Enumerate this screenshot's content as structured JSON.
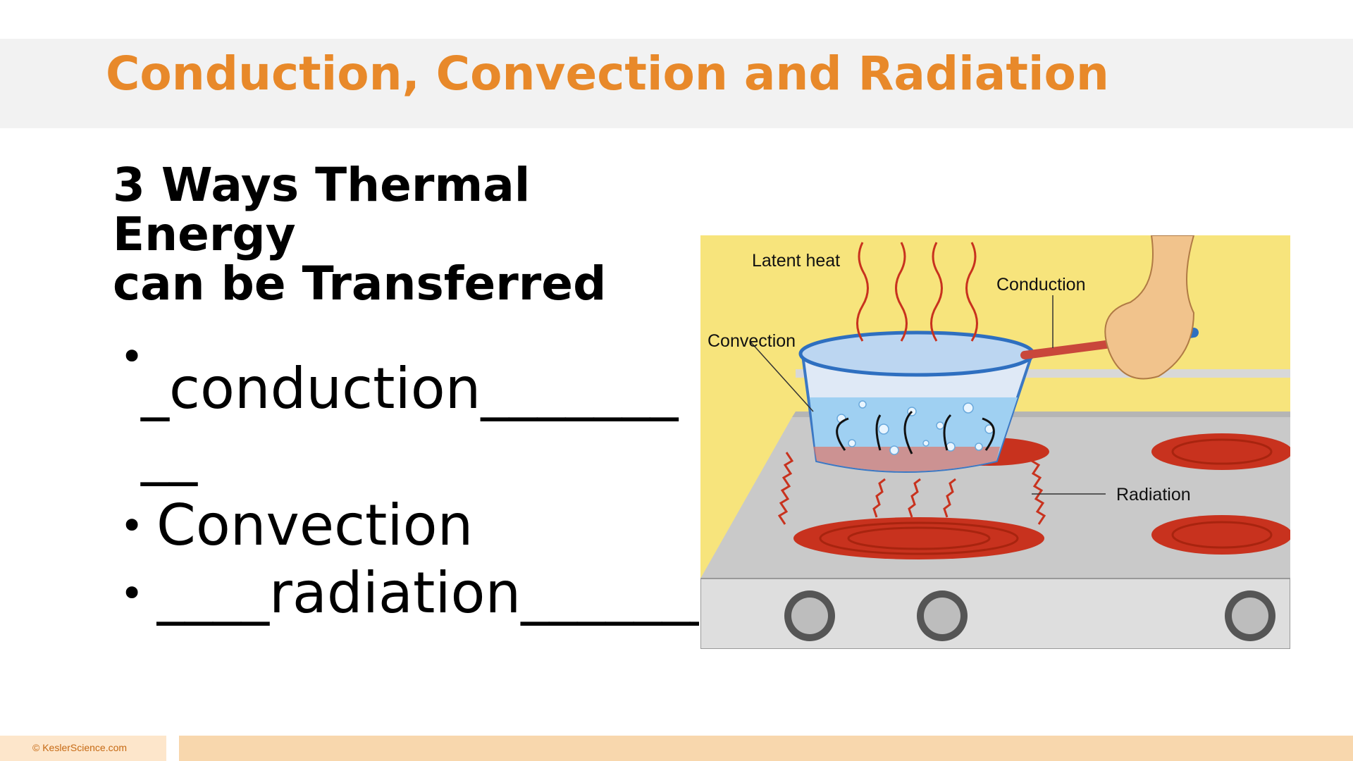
{
  "slide": {
    "title": "Conduction, Convection and Radiation",
    "subtitle_line1": "3 Ways Thermal Energy",
    "subtitle_line2": "can be Transferred",
    "bullets": [
      {
        "text": "_conduction_________"
      },
      {
        "text": "Convection"
      },
      {
        "text": "____radiation_______"
      }
    ]
  },
  "diagram": {
    "labels": {
      "latent_heat": "Latent heat",
      "conduction": "Conduction",
      "convection": "Convection",
      "radiation": "Radiation"
    }
  },
  "footer": {
    "copyright": "© KeslerScience.com"
  },
  "colors": {
    "title": "#e8892a",
    "header_band": "#f2f2f2",
    "footer_left": "#fde6cb",
    "footer_right": "#f8d7ad",
    "diagram_background": "#f7e47c",
    "burner": "#c8321e",
    "water": "#9fd0f2"
  }
}
